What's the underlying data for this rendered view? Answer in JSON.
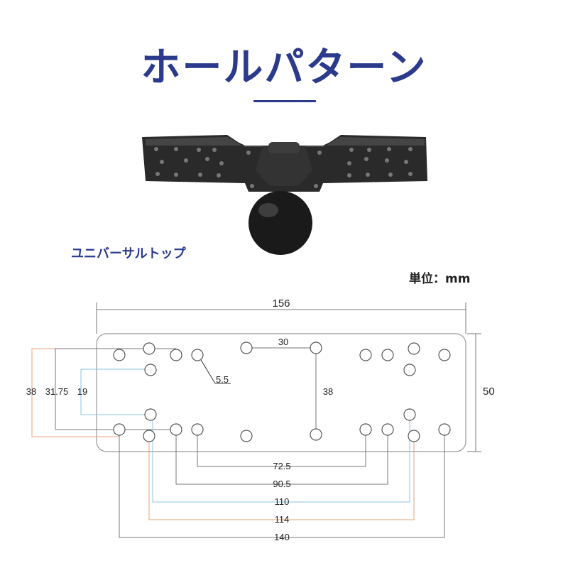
{
  "title": "ホールパターン",
  "subtitle": "ユニバーサルトップ",
  "unit": "単位：mm",
  "dimensions": {
    "overall_length": "156",
    "overall_width": "50",
    "center_spacing_x": "30",
    "center_spacing_y": "38",
    "hole_diameter": "5.5",
    "vertical_38": "38",
    "vertical_31_75": "31.75",
    "vertical_19": "19",
    "horizontal_72_5": "72.5",
    "horizontal_90_5": "90.5",
    "horizontal_110": "110",
    "horizontal_114": "114",
    "horizontal_140": "140"
  },
  "colors": {
    "title": "#2b3a8c",
    "orange_dim": "#e8a07a",
    "blue_dim": "#8cc4e6",
    "gray_dim": "#777777",
    "plate_outline": "#999999"
  }
}
